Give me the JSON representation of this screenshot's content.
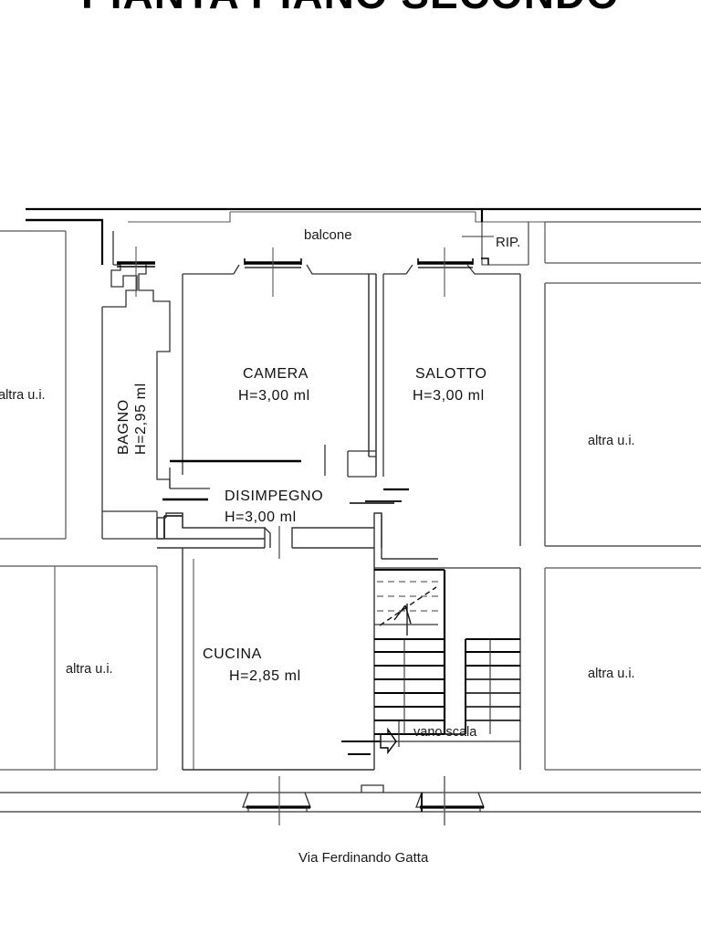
{
  "document": {
    "title": "PIANTA PIANO SECONDO",
    "street_label": "Via Ferdinando Gatta"
  },
  "rooms": [
    {
      "id": "bagno",
      "name": "BAGNO",
      "height_label": "H=2,95 ml",
      "orientation": "vertical"
    },
    {
      "id": "camera",
      "name": "CAMERA",
      "height_label": "H=3,00 ml",
      "orientation": "horizontal"
    },
    {
      "id": "salotto",
      "name": "SALOTTO",
      "height_label": "H=3,00 ml",
      "orientation": "horizontal"
    },
    {
      "id": "disimpegno",
      "name": "DISIMPEGNO",
      "height_label": "H=3,00 ml",
      "orientation": "horizontal"
    },
    {
      "id": "cucina",
      "name": "CUCINA",
      "height_label": "H=2,85 ml",
      "orientation": "horizontal"
    }
  ],
  "annotations": {
    "balcone": "balcone",
    "rip": "RIP.",
    "vano_scala": "vano scala",
    "altra_ui": "altra u.i."
  },
  "neighbors": [
    {
      "id": "left-top",
      "label": "altra u.i."
    },
    {
      "id": "left-bottom",
      "label": "altra u.i."
    },
    {
      "id": "right-top",
      "label": "altra u.i."
    },
    {
      "id": "right-bottom",
      "label": "altra u.i."
    }
  ],
  "colors": {
    "ink": "#000000",
    "wall_thin": "#4a4a4a",
    "paper": "#ffffff",
    "dashed": "#6b6b6b"
  }
}
